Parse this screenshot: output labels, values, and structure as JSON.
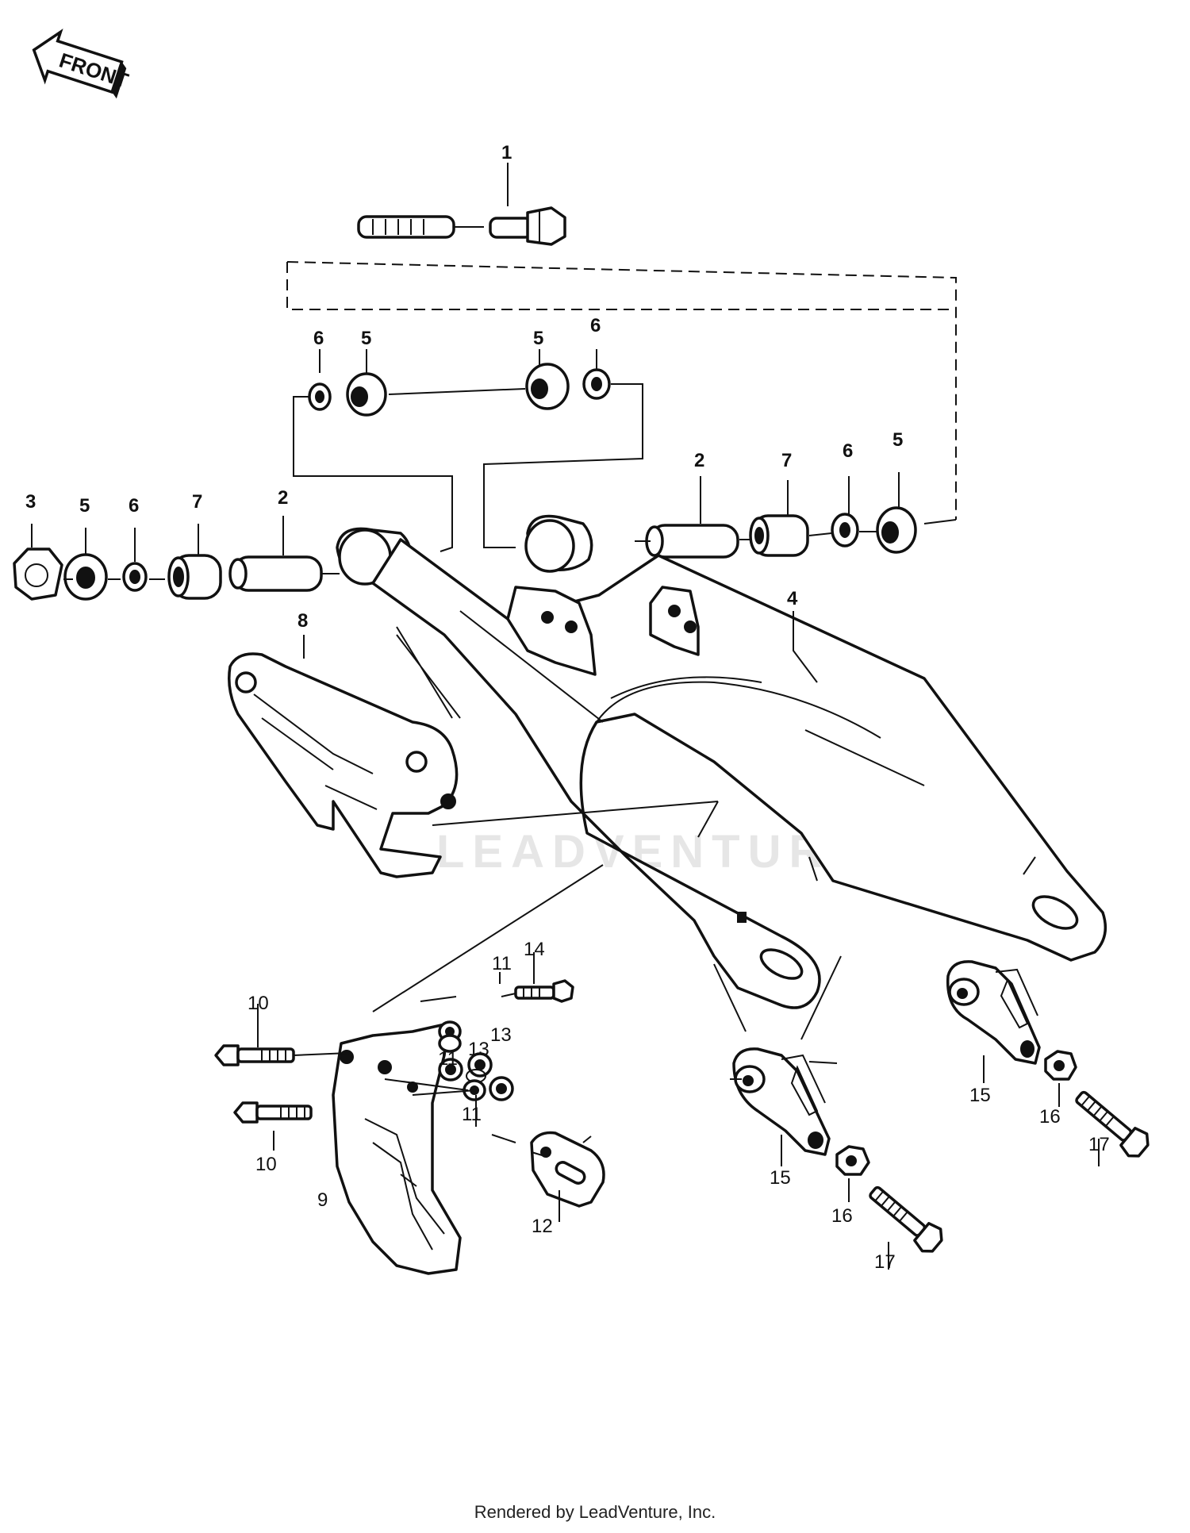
{
  "orientation_label": "FRONT",
  "watermark": "LEADVENTURE",
  "footer": "Rendered by LeadVenture, Inc.",
  "callouts": {
    "c1": "1",
    "c2a": "2",
    "c2b": "2",
    "c3": "3",
    "c4": "4",
    "c5a": "5",
    "c5b": "5",
    "c5c": "5",
    "c5d": "5",
    "c6a": "6",
    "c6b": "6",
    "c6c": "6",
    "c6d": "6",
    "c7a": "7",
    "c7b": "7",
    "c8": "8",
    "c9": "9",
    "c10a": "10",
    "c10b": "10",
    "c11a": "11",
    "c11b": "11",
    "c11c": "11",
    "c12": "12",
    "c13a": "13",
    "c13b": "13",
    "c14": "14",
    "c15a": "15",
    "c15b": "15",
    "c16a": "16",
    "c16b": "16",
    "c17a": "17",
    "c17b": "17"
  }
}
